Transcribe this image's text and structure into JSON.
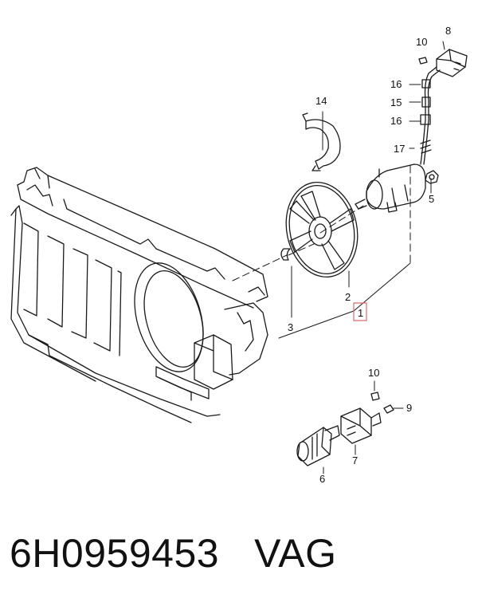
{
  "callouts": {
    "c1": "1",
    "c2": "2",
    "c3": "3",
    "c5": "5",
    "c6": "6",
    "c7": "7",
    "c8": "8",
    "c9": "9",
    "c10a": "10",
    "c10b": "10",
    "c14": "14",
    "c15": "15",
    "c16a": "16",
    "c16b": "16",
    "c17": "17"
  },
  "caption": {
    "part_number": "6H0959453",
    "brand": "VAG"
  },
  "colors": {
    "line": "#1a1a1a",
    "highlight_box": "#e06a6a"
  }
}
